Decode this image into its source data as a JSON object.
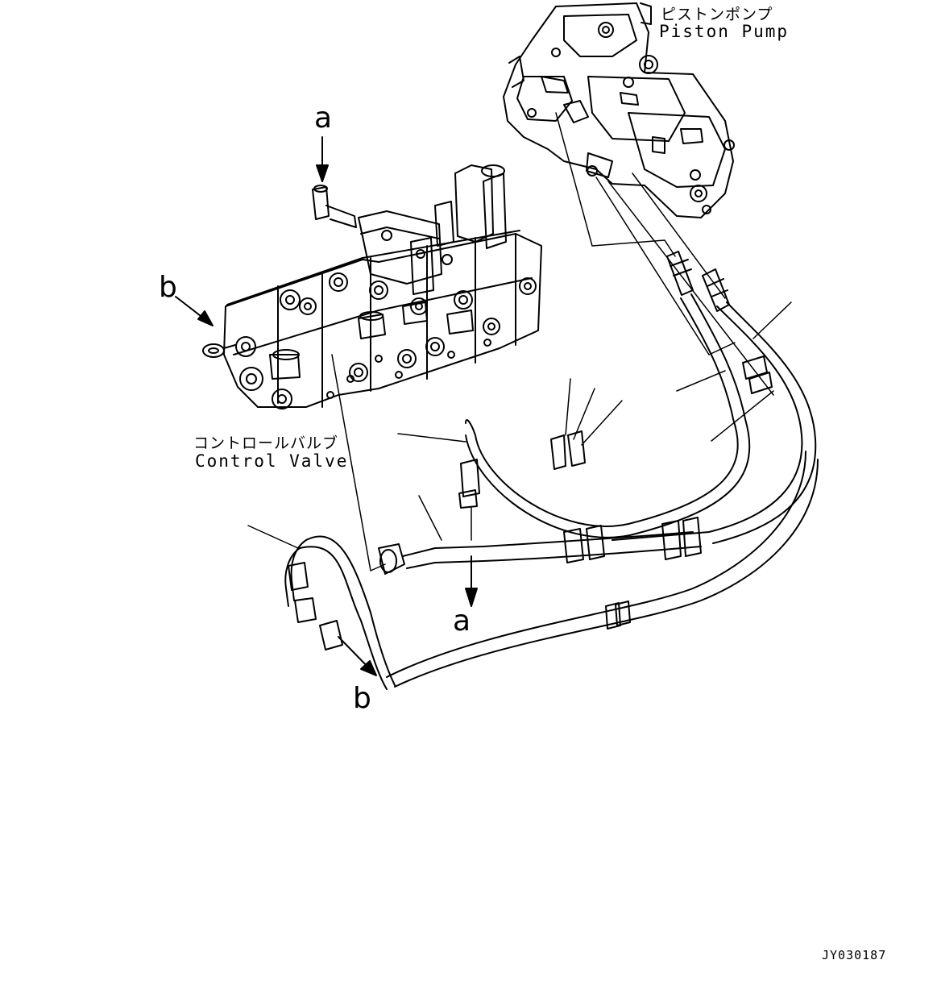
{
  "labels": {
    "piston_pump_jp": "ピストンポンプ",
    "piston_pump_en": "Piston Pump",
    "control_valve_jp": "コントロールバルブ",
    "control_valve_en": "Control Valve"
  },
  "reference_marks": {
    "a_top": "a",
    "a_bottom": "a",
    "b_left": "b",
    "b_bottom": "b"
  },
  "drawing_code": "JY030187",
  "colors": {
    "line": "#000000",
    "background": "#ffffff"
  }
}
